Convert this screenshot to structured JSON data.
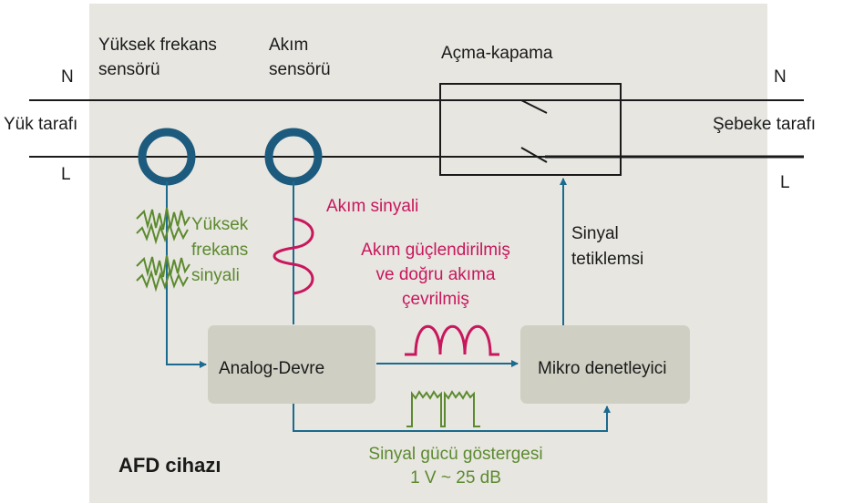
{
  "colors": {
    "device_bg": "#e7e6e1",
    "sensor_ring": "#1d5b7e",
    "arrow": "#1b6a8f",
    "signal_red": "#c8175d",
    "signal_green": "#5c8a2e",
    "box_fill": "#cfcfc3",
    "line": "#1a1a1a"
  },
  "labels": {
    "hf_sensor_line1": "Yüksek frekans",
    "hf_sensor_line2": "sensörü",
    "current_sensor_line1": "Akım",
    "current_sensor_line2": "sensörü",
    "switch": "Açma-kapama",
    "n_left": "N",
    "n_right": "N",
    "l_left": "L",
    "l_right": "L",
    "load_side": "Yük tarafı",
    "grid_side": "Şebeke tarafı",
    "current_signal": "Akım sinyali",
    "hf_signal_line1": "Yüksek",
    "hf_signal_line2": "frekans",
    "hf_signal_line3": "sinyali",
    "amplified_line1": "Akım güçlendirilmiş",
    "amplified_line2": "ve doğru akıma",
    "amplified_line3": "çevrilmiş",
    "trigger_line1": "Sinyal",
    "trigger_line2": "tetiklemsi",
    "analog_box": "Analog-Devre",
    "micro_box": "Mikro denetleyici",
    "strength_line1": "Sinyal gücü göstergesi",
    "strength_line2": "1 V ~ 25 dB",
    "device_title_a": "AFD ",
    "device_title_b": "cihazı"
  }
}
